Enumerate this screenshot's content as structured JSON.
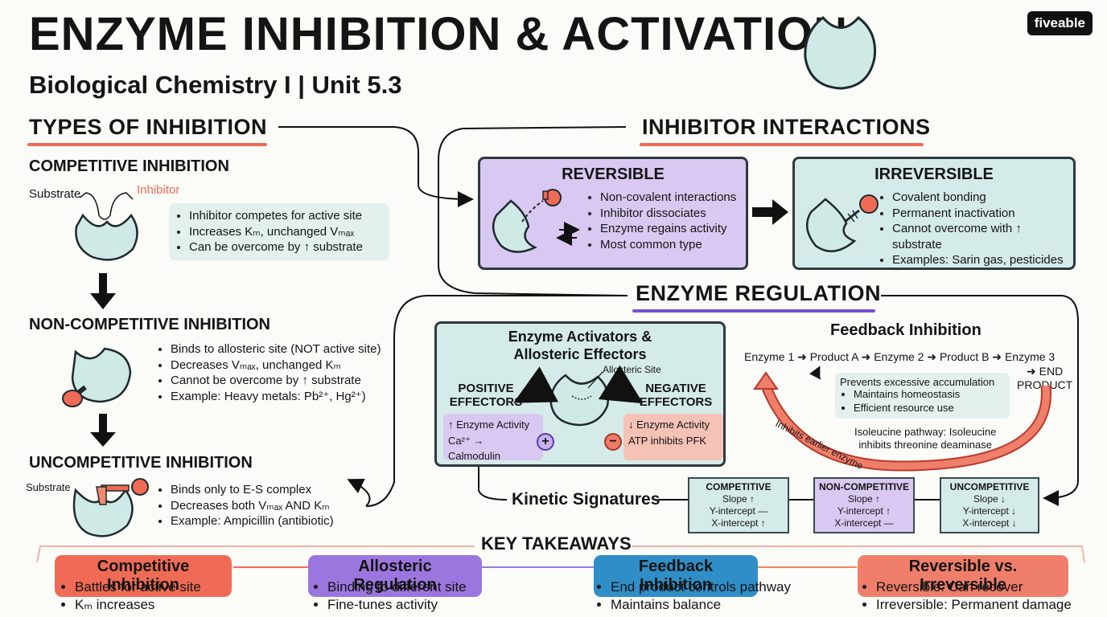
{
  "header": {
    "title": "ENZYME INHIBITION & ACTIVATION",
    "subtitle": "Biological Chemistry I | Unit 5.3",
    "logo": "fiveable"
  },
  "types": {
    "heading": "TYPES OF INHIBITION",
    "competitive": {
      "title": "COMPETITIVE INHIBITION",
      "substrate_label": "Substrate",
      "inhibitor_label": "Inhibitor",
      "bullets": [
        "Inhibitor competes for active site",
        "Increases Kₘ, unchanged Vₘₐₓ",
        "Can be overcome by ↑ substrate"
      ]
    },
    "noncompetitive": {
      "title": "NON-COMPETITIVE INHIBITION",
      "bullets": [
        "Binds to allosteric site (NOT active site)",
        "Decreases Vₘₐₓ, unchanged Kₘ",
        "Cannot be overcome by ↑ substrate",
        "Example: Heavy metals: Pb²⁺, Hg²⁺)"
      ]
    },
    "uncompetitive": {
      "title": "UNCOMPETITIVE INHIBITION",
      "substrate_label": "Substrate",
      "bullets": [
        "Binds only to E-S complex",
        "Decreases both Vₘₐₓ AND Kₘ",
        "Example: Ampicillin (antibiotic)"
      ]
    }
  },
  "interactions": {
    "heading": "INHIBITOR INTERACTIONS",
    "reversible": {
      "title": "REVERSIBLE",
      "bullets": [
        "Non-covalent interactions",
        "Inhibitor dissociates",
        "Enzyme regains activity",
        "Most common type"
      ]
    },
    "irreversible": {
      "title": "IRREVERSIBLE",
      "bullets": [
        "Covalent bonding",
        "Permanent inactivation",
        "Cannot overcome with ↑ substrate",
        "Examples: Sarin gas, pesticides"
      ]
    }
  },
  "regulation": {
    "heading": "ENZYME REGULATION",
    "activators": {
      "title_line1": "Enzyme Activators &",
      "title_line2": "Allosteric Effectors",
      "allosteric_site": "Allosteric Site",
      "positive": {
        "title_line1": "POSITIVE",
        "title_line2": "EFFECTORS",
        "line1": "↑ Enzyme Activity",
        "line2": "Ca²⁺ → Calmodulin",
        "sign": "+"
      },
      "negative": {
        "title_line1": "NEGATIVE",
        "title_line2": "EFFECTORS",
        "line1": "↓ Enzyme Activity",
        "line2": "ATP inhibits PFK",
        "sign": "−"
      }
    },
    "feedback": {
      "title": "Feedback Inhibition",
      "pathway": "Enzyme 1 ➜ Product A ➜ Enzyme 2 ➜ Product B ➜ Enzyme 3",
      "end_line1": "➜ END",
      "end_line2": "PRODUCT",
      "bullets_header": "Prevents excessive accumulation",
      "bullets": [
        "Maintains homeostasis",
        "Efficient resource use"
      ],
      "arrow_label": "Inhibits earlier enzyme",
      "example_line1": "Isoleucine pathway: Isoleucine",
      "example_line2": "inhibits threonine deaminase"
    },
    "kinetic": {
      "label": "Kinetic Signatures",
      "boxes": [
        {
          "title": "COMPETITIVE",
          "lines": [
            "Slope ↑",
            "Y-intercept —",
            "X-intercept ↑"
          ]
        },
        {
          "title": "NON-COMPETITIVE",
          "lines": [
            "Slope ↑",
            "Y-intercept ↑",
            "X-intercept —"
          ]
        },
        {
          "title": "UNCOMPETITIVE",
          "lines": [
            "Slope ↓",
            "Y-intercept ↓",
            "X-intercept ↓"
          ]
        }
      ]
    }
  },
  "takeaways": {
    "heading": "KEY TAKEAWAYS",
    "items": [
      {
        "title": "Competitive Inhibition",
        "bullets": [
          "Battles for active site",
          "Kₘ increases"
        ]
      },
      {
        "title": "Allosteric Regulation",
        "bullets": [
          "Binding to different site",
          "Fine-tunes activity"
        ]
      },
      {
        "title": "Feedback Inhibition",
        "bullets": [
          "End product controls pathway",
          "Maintains balance"
        ]
      },
      {
        "title": "Reversible vs. Irreversible",
        "bullets": [
          "Reversible: Can recover",
          "Irreversible: Permanent damage"
        ]
      }
    ]
  },
  "colors": {
    "teal": "#cfe9e7",
    "purple": "#d9c8f2",
    "coral": "#ef6b55",
    "blue": "#2f8ec7",
    "purple_dark": "#7a4fd1"
  }
}
